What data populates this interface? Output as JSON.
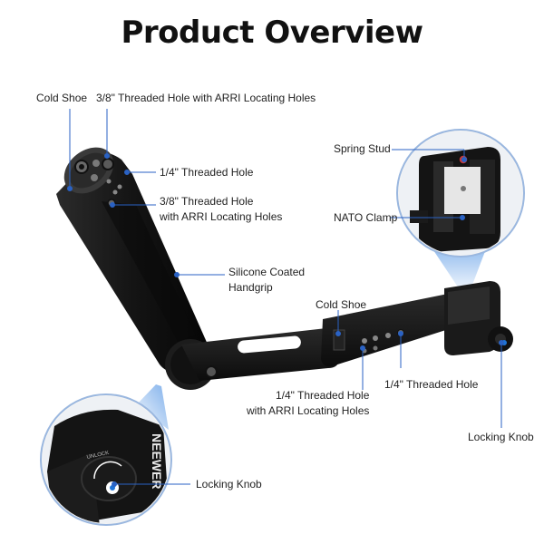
{
  "title": "Product Overview",
  "colors": {
    "accent": "#1e73d6",
    "leader": "#2a62c4",
    "body_black": "#141414"
  },
  "icons": [
    "handgrip-illustration",
    "extension-arm-illustration",
    "nato-clamp-magnifier",
    "locking-knob-magnifier"
  ],
  "logo_text": "NEEWER",
  "knob_text": "UNLOCK",
  "labels": {
    "cold_shoe_top": "Cold Shoe",
    "threaded_arri_top": "3/8\" Threaded Hole with ARRI Locating Holes",
    "quarter_hole_grip": "1/4\" Threaded Hole",
    "threaded_arri_side_1": "3/8\" Threaded Hole",
    "threaded_arri_side_2": "with ARRI Locating Holes",
    "handgrip_1": "Silicone Coated",
    "handgrip_2": "Handgrip",
    "spring_stud": "Spring Stud",
    "nato_clamp": "NATO Clamp",
    "cold_shoe_arm": "Cold Shoe",
    "quarter_hole_arm": "1/4\" Threaded Hole",
    "arm_arri_1": "1/4\" Threaded Hole",
    "arm_arri_2": "with ARRI Locating Holes",
    "locking_knob_right": "Locking Knob",
    "locking_knob_left": "Locking Knob"
  }
}
